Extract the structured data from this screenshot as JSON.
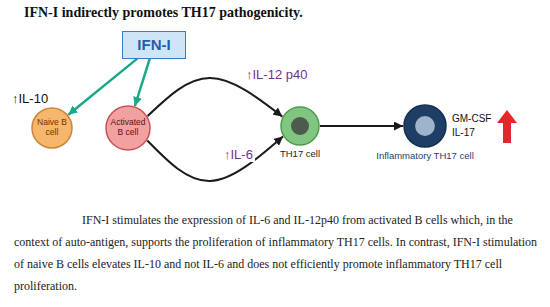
{
  "diagram": {
    "title": "IFN-I indirectly promotes TH17 pathogenicity.",
    "caption": "IFN-I stimulates the expression of IL-6 and IL-12p40 from activated B cells which, in the context of auto-antigen, supports the proliferation of inflammatory TH17 cells. In contrast, IFN-I stimulation of naive B cells elevates IL-10 and not IL-6 and does not efficiently promote inflammatory TH17 cell proliferation.",
    "nodes": [
      {
        "text": [
          "IFN-I"
        ]
      },
      {
        "text": [
          "Naive B cell"
        ]
      },
      {
        "text": [
          "Activated B cell"
        ]
      },
      {
        "text": [
          "TH17 cell"
        ]
      },
      {
        "text": [
          "Inflammatory TH17 cell"
        ]
      }
    ],
    "edges": [
      {
        "from": 0,
        "to": 1,
        "arrow": "to"
      },
      {
        "from": 0,
        "to": 2,
        "arrow": "to"
      },
      {
        "from": 2,
        "to": 3,
        "label": "↑IL-12 p40",
        "arrow": "to"
      },
      {
        "from": 2,
        "to": 3,
        "label": "↑IL-6",
        "arrow": "to"
      },
      {
        "from": 3,
        "to": 4,
        "arrow": "to"
      }
    ],
    "labels": [
      "↑IL-10",
      "GM-CSF",
      "IL-17"
    ]
  }
}
